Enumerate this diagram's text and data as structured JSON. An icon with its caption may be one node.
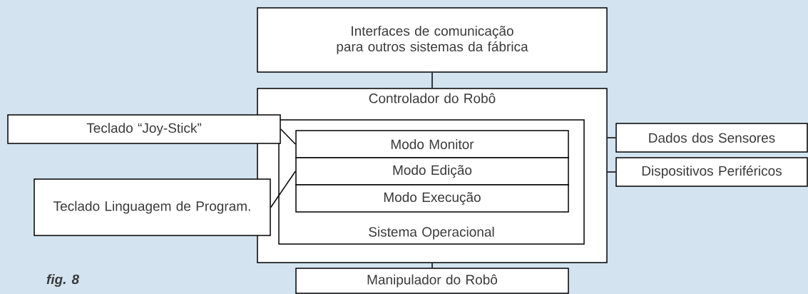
{
  "diagram": {
    "nodes": [
      {
        "text": [
          "Interfaces de comunicação para outros sistemas da fábrica"
        ]
      },
      {
        "text": [
          "Controlador do Robô"
        ]
      },
      {
        "text": [
          "Sistema Operacional"
        ],
        "in": 1
      },
      {
        "text": [
          "Modo Monitor"
        ],
        "in": 2
      },
      {
        "text": [
          "Modo Edição"
        ],
        "in": 2
      },
      {
        "text": [
          "Modo Execução"
        ],
        "in": 2
      },
      {
        "text": [
          "Teclado “Joy-Stick”"
        ]
      },
      {
        "text": [
          "Teclado Linguagem de Program."
        ]
      },
      {
        "text": [
          "Dados dos Sensores"
        ]
      },
      {
        "text": [
          "Dispositivos Periféricos"
        ]
      },
      {
        "text": [
          "Manipulador do Robô"
        ]
      }
    ],
    "edges": [
      {
        "from": 0,
        "to": 1,
        "arrow": "none"
      },
      {
        "from": 1,
        "to": 8,
        "arrow": "none"
      },
      {
        "from": 1,
        "to": 9,
        "arrow": "none"
      },
      {
        "from": 6,
        "to": 3,
        "arrow": "none"
      },
      {
        "from": 7,
        "to": 4,
        "arrow": "none"
      },
      {
        "from": 1,
        "to": 10,
        "arrow": "none"
      }
    ],
    "labels": [
      "fig. 8"
    ]
  }
}
